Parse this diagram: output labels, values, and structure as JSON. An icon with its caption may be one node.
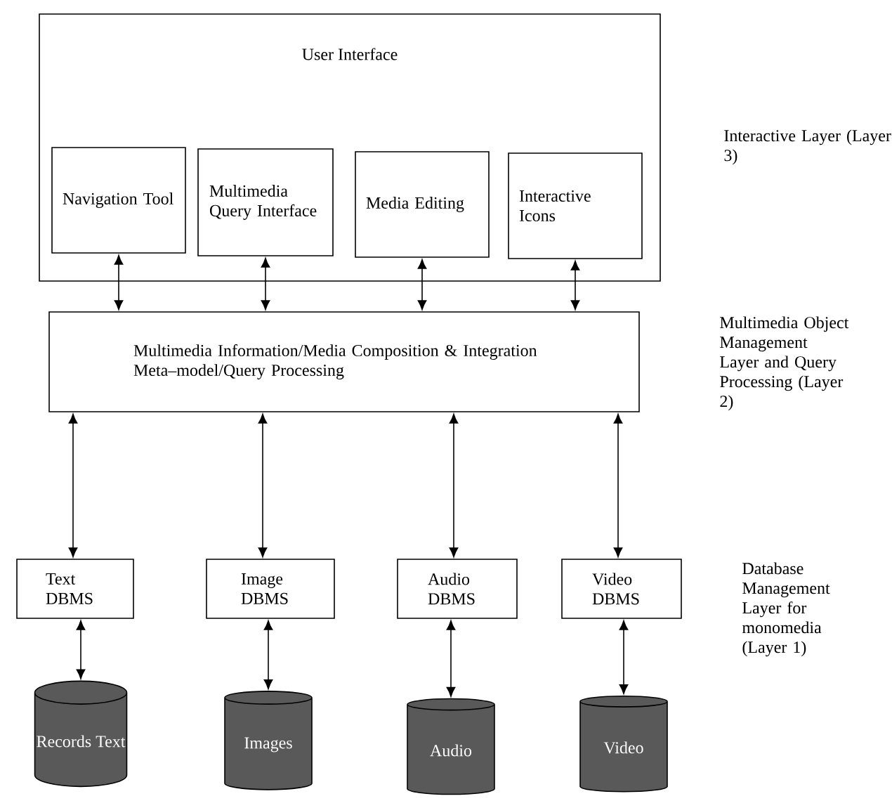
{
  "diagram": {
    "nodes": [
      {
        "text": [
          "User Interface"
        ]
      },
      {
        "text": [
          "Navigation Tool"
        ],
        "in": 0
      },
      {
        "text": [
          "Multimedia Query Interface"
        ],
        "in": 0
      },
      {
        "text": [
          "Media Editing"
        ],
        "in": 0
      },
      {
        "text": [
          "Interactive Icons"
        ],
        "in": 0
      },
      {
        "text": [
          "Multimedia Information/Media Composition & Integration Meta–model/Query Processing"
        ]
      },
      {
        "text": [
          "Text DBMS"
        ]
      },
      {
        "text": [
          "Image DBMS"
        ]
      },
      {
        "text": [
          "Audio DBMS"
        ]
      },
      {
        "text": [
          "Video DBMS"
        ]
      },
      {
        "text": [
          "Records Text"
        ]
      },
      {
        "text": [
          "Images"
        ]
      },
      {
        "text": [
          "Audio"
        ]
      },
      {
        "text": [
          "Video"
        ]
      }
    ],
    "edges": [
      {
        "from": 1,
        "to": 5,
        "arrow": "both"
      },
      {
        "from": 2,
        "to": 5,
        "arrow": "both"
      },
      {
        "from": 3,
        "to": 5,
        "arrow": "both"
      },
      {
        "from": 4,
        "to": 5,
        "arrow": "both"
      },
      {
        "from": 5,
        "to": 6,
        "arrow": "both"
      },
      {
        "from": 5,
        "to": 7,
        "arrow": "both"
      },
      {
        "from": 5,
        "to": 8,
        "arrow": "both"
      },
      {
        "from": 5,
        "to": 9,
        "arrow": "both"
      },
      {
        "from": 6,
        "to": 10,
        "arrow": "both"
      },
      {
        "from": 7,
        "to": 11,
        "arrow": "both"
      },
      {
        "from": 8,
        "to": 12,
        "arrow": "both"
      },
      {
        "from": 9,
        "to": 13,
        "arrow": "both"
      }
    ],
    "labels": [
      "Interactive Layer (Layer 3)",
      "Multimedia Object Management Layer and Query Processing (Layer 2)",
      "Database Management Layer for monomedia (Layer 1)"
    ]
  }
}
